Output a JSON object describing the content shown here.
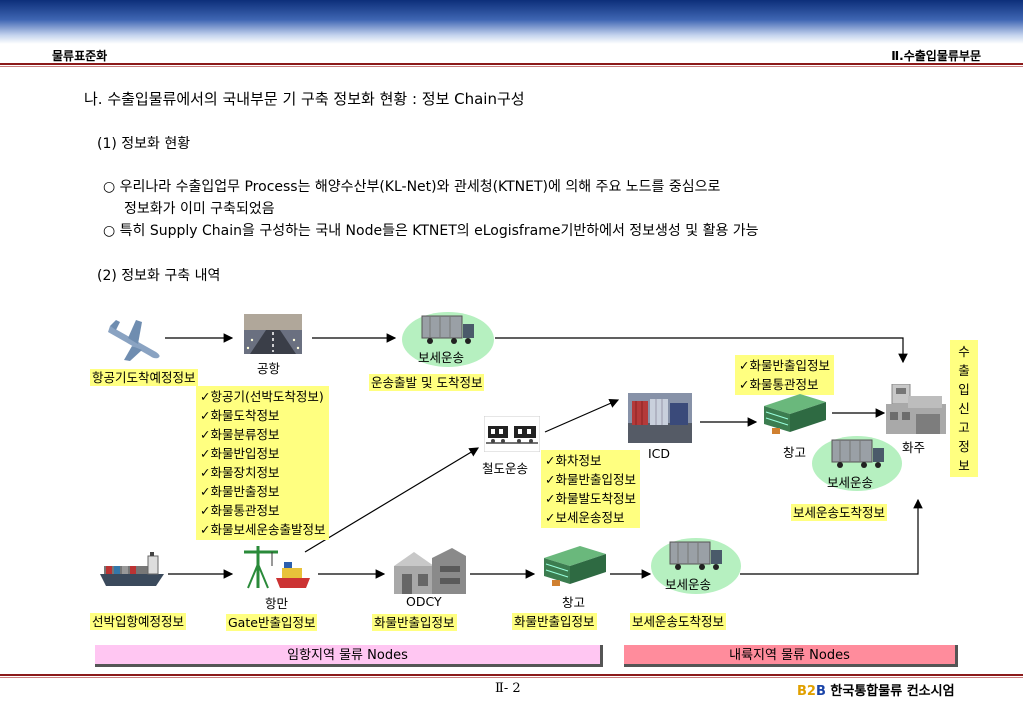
{
  "header": {
    "left": "물류표준화",
    "right": "Ⅱ.수출입물류부문"
  },
  "section_title": "나. 수출입물류에서의 국내부문 기 구축 정보화 현황 : 정보 Chain구성",
  "sub1": {
    "title": "(1) 정보화 현황",
    "bullet1_line1": "○ 우리나라 수출입업무 Process는 해양수산부(KL-Net)와 관세청(KTNET)에 의해 주요 노드를 중심으로",
    "bullet1_line2": "정보화가 이미 구축되었음",
    "bullet2": "○ 특히 Supply Chain을 구성하는 국내 Node들은 KTNET의 eLogisframe기반하에서 정보생성 및 활용 가능"
  },
  "sub2": {
    "title": "(2) 정보화 구축 내역"
  },
  "diagram": {
    "labels": {
      "airport": "공항",
      "bonded_top": "보세운송",
      "aircraft_info": "항공기도착예정정보",
      "transport_info": "운송출발 및 도착정보",
      "rail": "철도운송",
      "icd": "ICD",
      "warehouse_right": "창고",
      "owner": "화주",
      "bonded_right": "보세운송",
      "bonded_right_info": "보세운송도착정보",
      "port": "항만",
      "odcy": "ODCY",
      "warehouse_bottom": "창고",
      "bonded_bottom": "보세운송",
      "ship_info": "선박입항예정정보",
      "gate_info": "Gate반출입정보",
      "cargo_info_odcy": "화물반출입정보",
      "cargo_info_wh": "화물반출입정보",
      "bonded_bottom_info": "보세운송도착정보"
    },
    "airport_list": [
      "✓항공기(선박도착정보)",
      "✓화물도착정보",
      "✓화물분류정보",
      "✓화물반입정보",
      "✓화물장치정보",
      "✓화물반출정보",
      "✓화물통관정보",
      "✓화물보세운송출발정보"
    ],
    "rail_list": [
      "✓화차정보",
      "✓화물반출입정보",
      "✓화물발도착정보",
      "✓보세운송정보"
    ],
    "owner_list": [
      "✓화물반출입정보",
      "✓화물통관정보"
    ],
    "vertical_label": [
      "수",
      "출",
      "입",
      "신",
      "고",
      "정",
      "보"
    ],
    "nodes_left": "임항지역 물류 Nodes",
    "nodes_right": "내륙지역 물류 Nodes"
  },
  "footer": {
    "page": "Ⅱ- 2",
    "logo_b1": "B",
    "logo_2": "2",
    "logo_b2": "B",
    "org": "한국통합물류 컨소시엄"
  },
  "colors": {
    "highlight": "#ffff80",
    "oval": "#b6f0c0",
    "rule": "#8b1a1a",
    "nodes_left_bg": "#ffc6f2",
    "nodes_right_bg": "#ff8c9c"
  }
}
